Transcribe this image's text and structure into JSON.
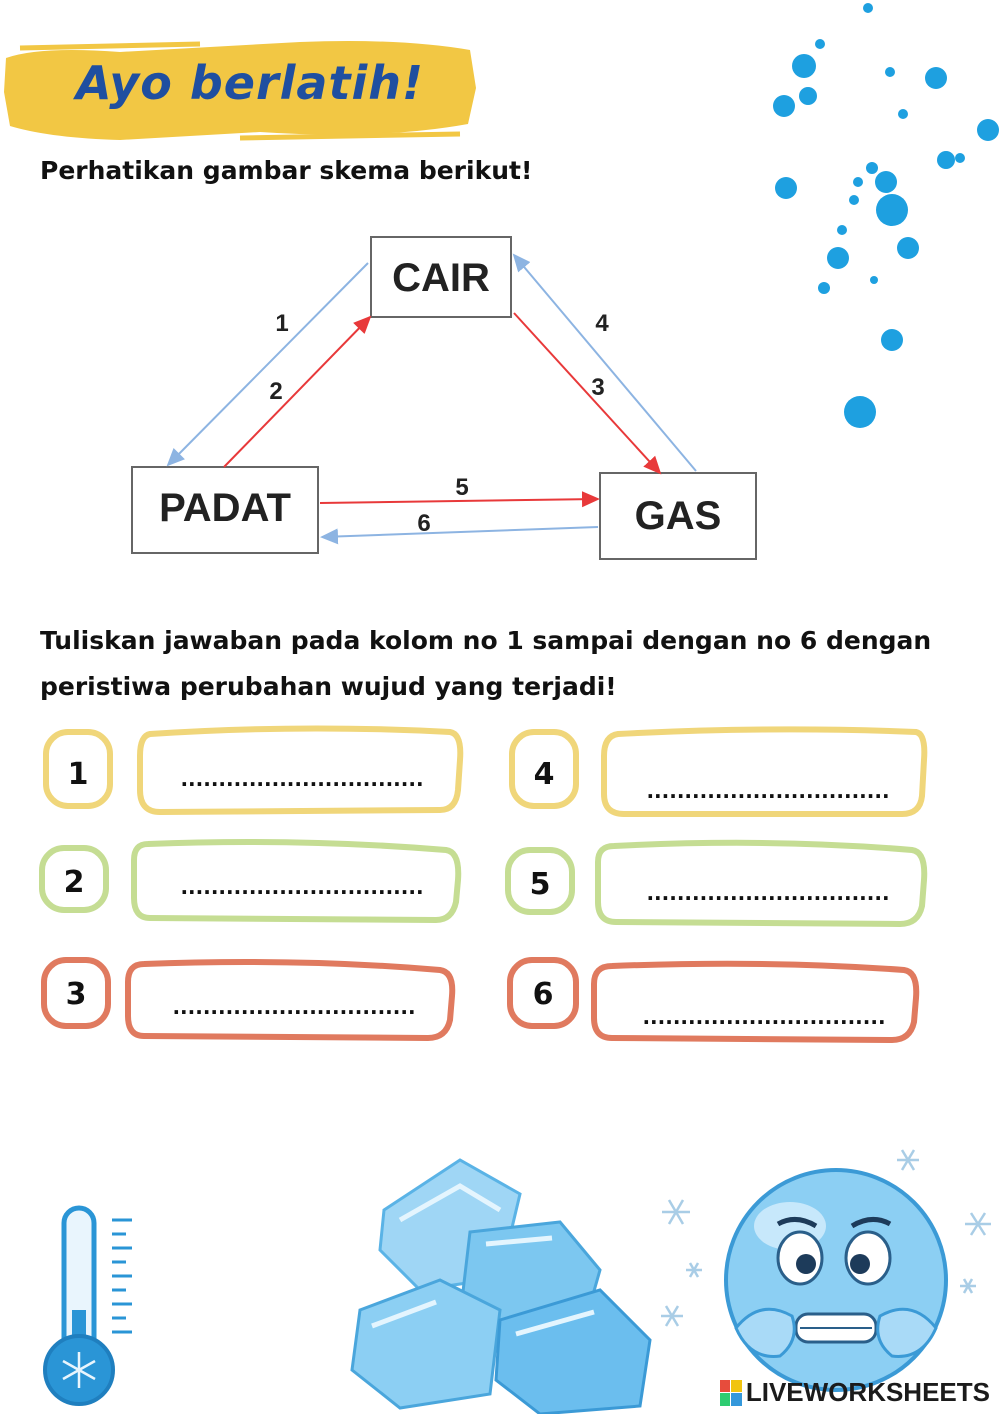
{
  "header": {
    "title": "Ayo berlatih!",
    "instruction": "Perhatikan gambar skema berikut!"
  },
  "diagram": {
    "states": {
      "cair": "CAIR",
      "padat": "PADAT",
      "gas": "GAS"
    },
    "arrow_labels": [
      "1",
      "2",
      "3",
      "4",
      "5",
      "6"
    ]
  },
  "question": {
    "line1": "Tuliskan jawaban pada kolom no 1 sampai dengan no 6 dengan",
    "line2": "peristiwa perubahan wujud yang terjadi!"
  },
  "answers": [
    {
      "number": "1",
      "placeholder": "................................",
      "color": "#f0d67a"
    },
    {
      "number": "2",
      "placeholder": "................................",
      "color": "#c5dd93"
    },
    {
      "number": "3",
      "placeholder": "................................",
      "color": "#e07a5f"
    },
    {
      "number": "4",
      "placeholder": "................................",
      "color": "#f0d67a"
    },
    {
      "number": "5",
      "placeholder": "................................",
      "color": "#c5dd93"
    },
    {
      "number": "6",
      "placeholder": "................................",
      "color": "#e07a5f"
    }
  ],
  "colors": {
    "banner": "#f2c744",
    "title": "#1f4fa0",
    "bubble": "#1ea0e0",
    "arrow_red": "#e8393a",
    "arrow_blue": "#8db4e2",
    "ice": "#7cc7f0"
  },
  "icons": {
    "thermometer": "thermometer-icon",
    "ice": "ice-cubes-icon",
    "emoji": "freezing-face-icon"
  },
  "footer": {
    "brand": "LIVEWORKSHEETS"
  }
}
